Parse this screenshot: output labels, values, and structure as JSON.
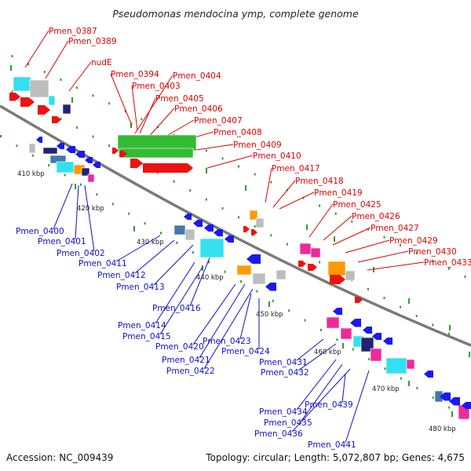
{
  "title": "Pseudomonas mendocina ymp, complete genome",
  "footer": {
    "accession": "Accession: NC_009439",
    "topology": "Topology: circular; Length: 5,072,807 bp; Genes: 4,675"
  },
  "colors": {
    "backbone": "#7a7a7a",
    "forward_label": "#e00000",
    "reverse_label": "#1010c8",
    "tick": "#2aa02a",
    "red": "#ee1111",
    "blue": "#1a1aee",
    "cyan": "#33e0ee",
    "gray": "#bdbdbd",
    "green": "#33bb33",
    "orange": "#ff9900",
    "magenta": "#ee2a9a",
    "navy": "#222277",
    "steel": "#4477aa"
  },
  "kbp_labels": [
    "410 kbp",
    "420 kbp",
    "430 kbp",
    "440 kbp",
    "450 kbp",
    "460 kbp",
    "470 kbp",
    "480 kbp"
  ],
  "forward_genes": [
    "Pmen_0387",
    "Pmen_0389",
    "nudE",
    "Pmen_0394",
    "Pmen_0404",
    "Pmen_0403",
    "Pmen_0405",
    "Pmen_0406",
    "Pmen_0407",
    "Pmen_0408",
    "Pmen_0409",
    "Pmen_0410",
    "Pmen_0417",
    "Pmen_0418",
    "Pmen_0419",
    "Pmen_0425",
    "Pmen_0426",
    "Pmen_0427",
    "Pmen_0429",
    "Pmen_0430",
    "Pmen_0433"
  ],
  "reverse_genes": [
    "Pmen_0400",
    "Pmen_0401",
    "Pmen_0402",
    "Pmen_0411",
    "Pmen_0412",
    "Pmen_0413",
    "Pmen_0416",
    "Pmen_0414",
    "Pmen_0415",
    "Pmen_0420",
    "Pmen_0421",
    "Pmen_0422",
    "Pmen_0423",
    "Pmen_0424",
    "Pmen_0431",
    "Pmen_0432",
    "Pmen_0434",
    "Pmen_0435",
    "Pmen_0436",
    "Pmen_0439",
    "Pmen_0441"
  ]
}
